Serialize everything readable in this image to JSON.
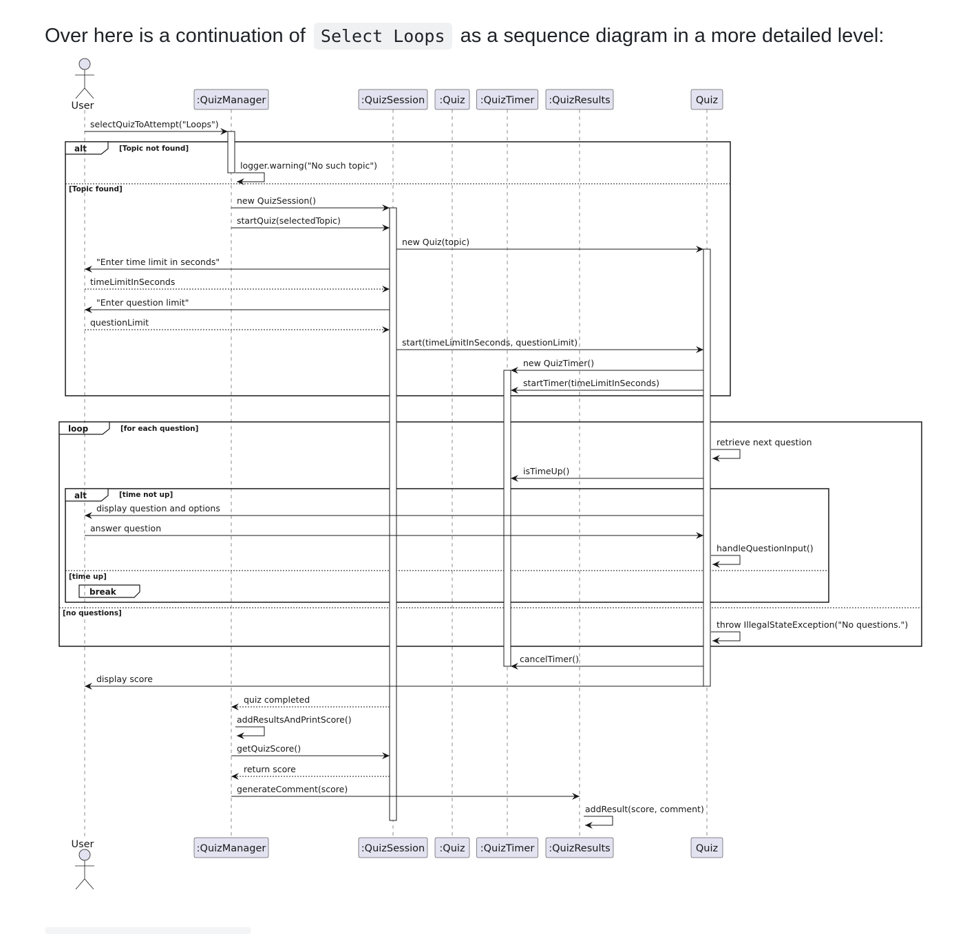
{
  "intro": {
    "prefix": "Over here is a continuation of",
    "code": "Select Loops",
    "suffix": "as a sequence diagram in a more detailed level:"
  },
  "diagram": {
    "participants": [
      {
        "id": "user",
        "label": "User",
        "kind": "actor"
      },
      {
        "id": "qm",
        "label": ":QuizManager",
        "kind": "box"
      },
      {
        "id": "qs",
        "label": ":QuizSession",
        "kind": "box"
      },
      {
        "id": "quizc",
        "label": ":Quiz",
        "kind": "box"
      },
      {
        "id": "qt",
        "label": ":QuizTimer",
        "kind": "box"
      },
      {
        "id": "qr",
        "label": ":QuizResults",
        "kind": "box"
      },
      {
        "id": "quiz",
        "label": "Quiz",
        "kind": "box"
      }
    ],
    "frames": {
      "alt1": {
        "title": "alt",
        "guards": [
          "[Topic not found]",
          "[Topic found]"
        ]
      },
      "loop": {
        "title": "loop",
        "guards": [
          "[for each question]",
          "[no questions]"
        ]
      },
      "alt2": {
        "title": "alt",
        "guards": [
          "[time not up]",
          "[time up]"
        ]
      },
      "break": {
        "title": "break"
      }
    },
    "messages": [
      "selectQuizToAttempt(\"Loops\")",
      "logger.warning(\"No such topic\")",
      "new QuizSession()",
      "startQuiz(selectedTopic)",
      "new Quiz(topic)",
      "\"Enter time limit in seconds\"",
      "timeLimitInSeconds",
      "\"Enter question limit\"",
      "questionLimit",
      "start(timeLimitInSeconds, questionLimit)",
      "new QuizTimer()",
      "startTimer(timeLimitInSeconds)",
      "retrieve next question",
      "isTimeUp()",
      "display question and options",
      "answer question",
      "handleQuestionInput()",
      "throw IllegalStateException(\"No questions.\")",
      "cancelTimer()",
      "display score",
      "quiz completed",
      "addResultsAndPrintScore()",
      "getQuizScore()",
      "return score",
      "generateComment(score)",
      "addResult(score, comment)"
    ]
  }
}
